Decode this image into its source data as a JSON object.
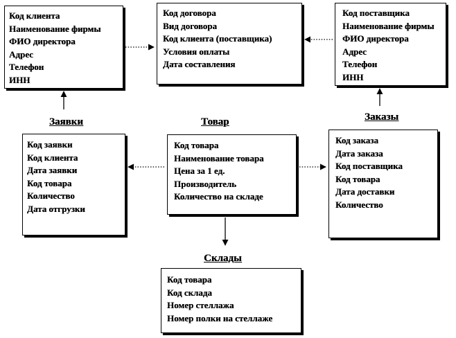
{
  "tables": {
    "clients": {
      "fields": [
        "Код клиента",
        "Наименование фирмы",
        "ФИО директора",
        "Адрес",
        "Телефон",
        "ИНН"
      ]
    },
    "contracts": {
      "fields": [
        "Код договора",
        "Вид договора",
        "Код клиента (поставщика)",
        "Условия оплаты",
        "Дата составления"
      ]
    },
    "suppliers": {
      "fields": [
        "Код поставщика",
        "Наименование фирмы",
        "ФИО директора",
        "Адрес",
        "Телефон",
        "ИНН"
      ]
    },
    "requests": {
      "title": "Заявки",
      "fields": [
        "Код заявки",
        "Код клиента",
        "Дата заявки",
        "Код товара",
        "Количество",
        "Дата отгрузки"
      ]
    },
    "goods": {
      "title": "Товар",
      "fields": [
        "Код товара",
        "Наименование товара",
        "Цена за 1 ед.",
        "Производитель",
        "Количество на складе"
      ]
    },
    "orders": {
      "title": "Заказы",
      "fields": [
        "Код заказа",
        "Дата заказа",
        "Код поставщика",
        "Код товара",
        "Дата доставки",
        "Количество"
      ]
    },
    "storage": {
      "title": "Склады",
      "fields": [
        "Код товара",
        "Код склада",
        "Номер стеллажа",
        "Номер полки на стеллаже"
      ]
    }
  },
  "relations": [
    {
      "from": "clients",
      "to": "contracts",
      "style": "dotted"
    },
    {
      "from": "suppliers",
      "to": "contracts",
      "style": "dotted"
    },
    {
      "from": "requests",
      "to": "clients",
      "style": "solid"
    },
    {
      "from": "orders",
      "to": "suppliers",
      "style": "solid"
    },
    {
      "from": "goods",
      "to": "requests",
      "style": "dotted"
    },
    {
      "from": "goods",
      "to": "orders",
      "style": "dotted"
    },
    {
      "from": "goods",
      "to": "storage",
      "style": "solid"
    }
  ]
}
